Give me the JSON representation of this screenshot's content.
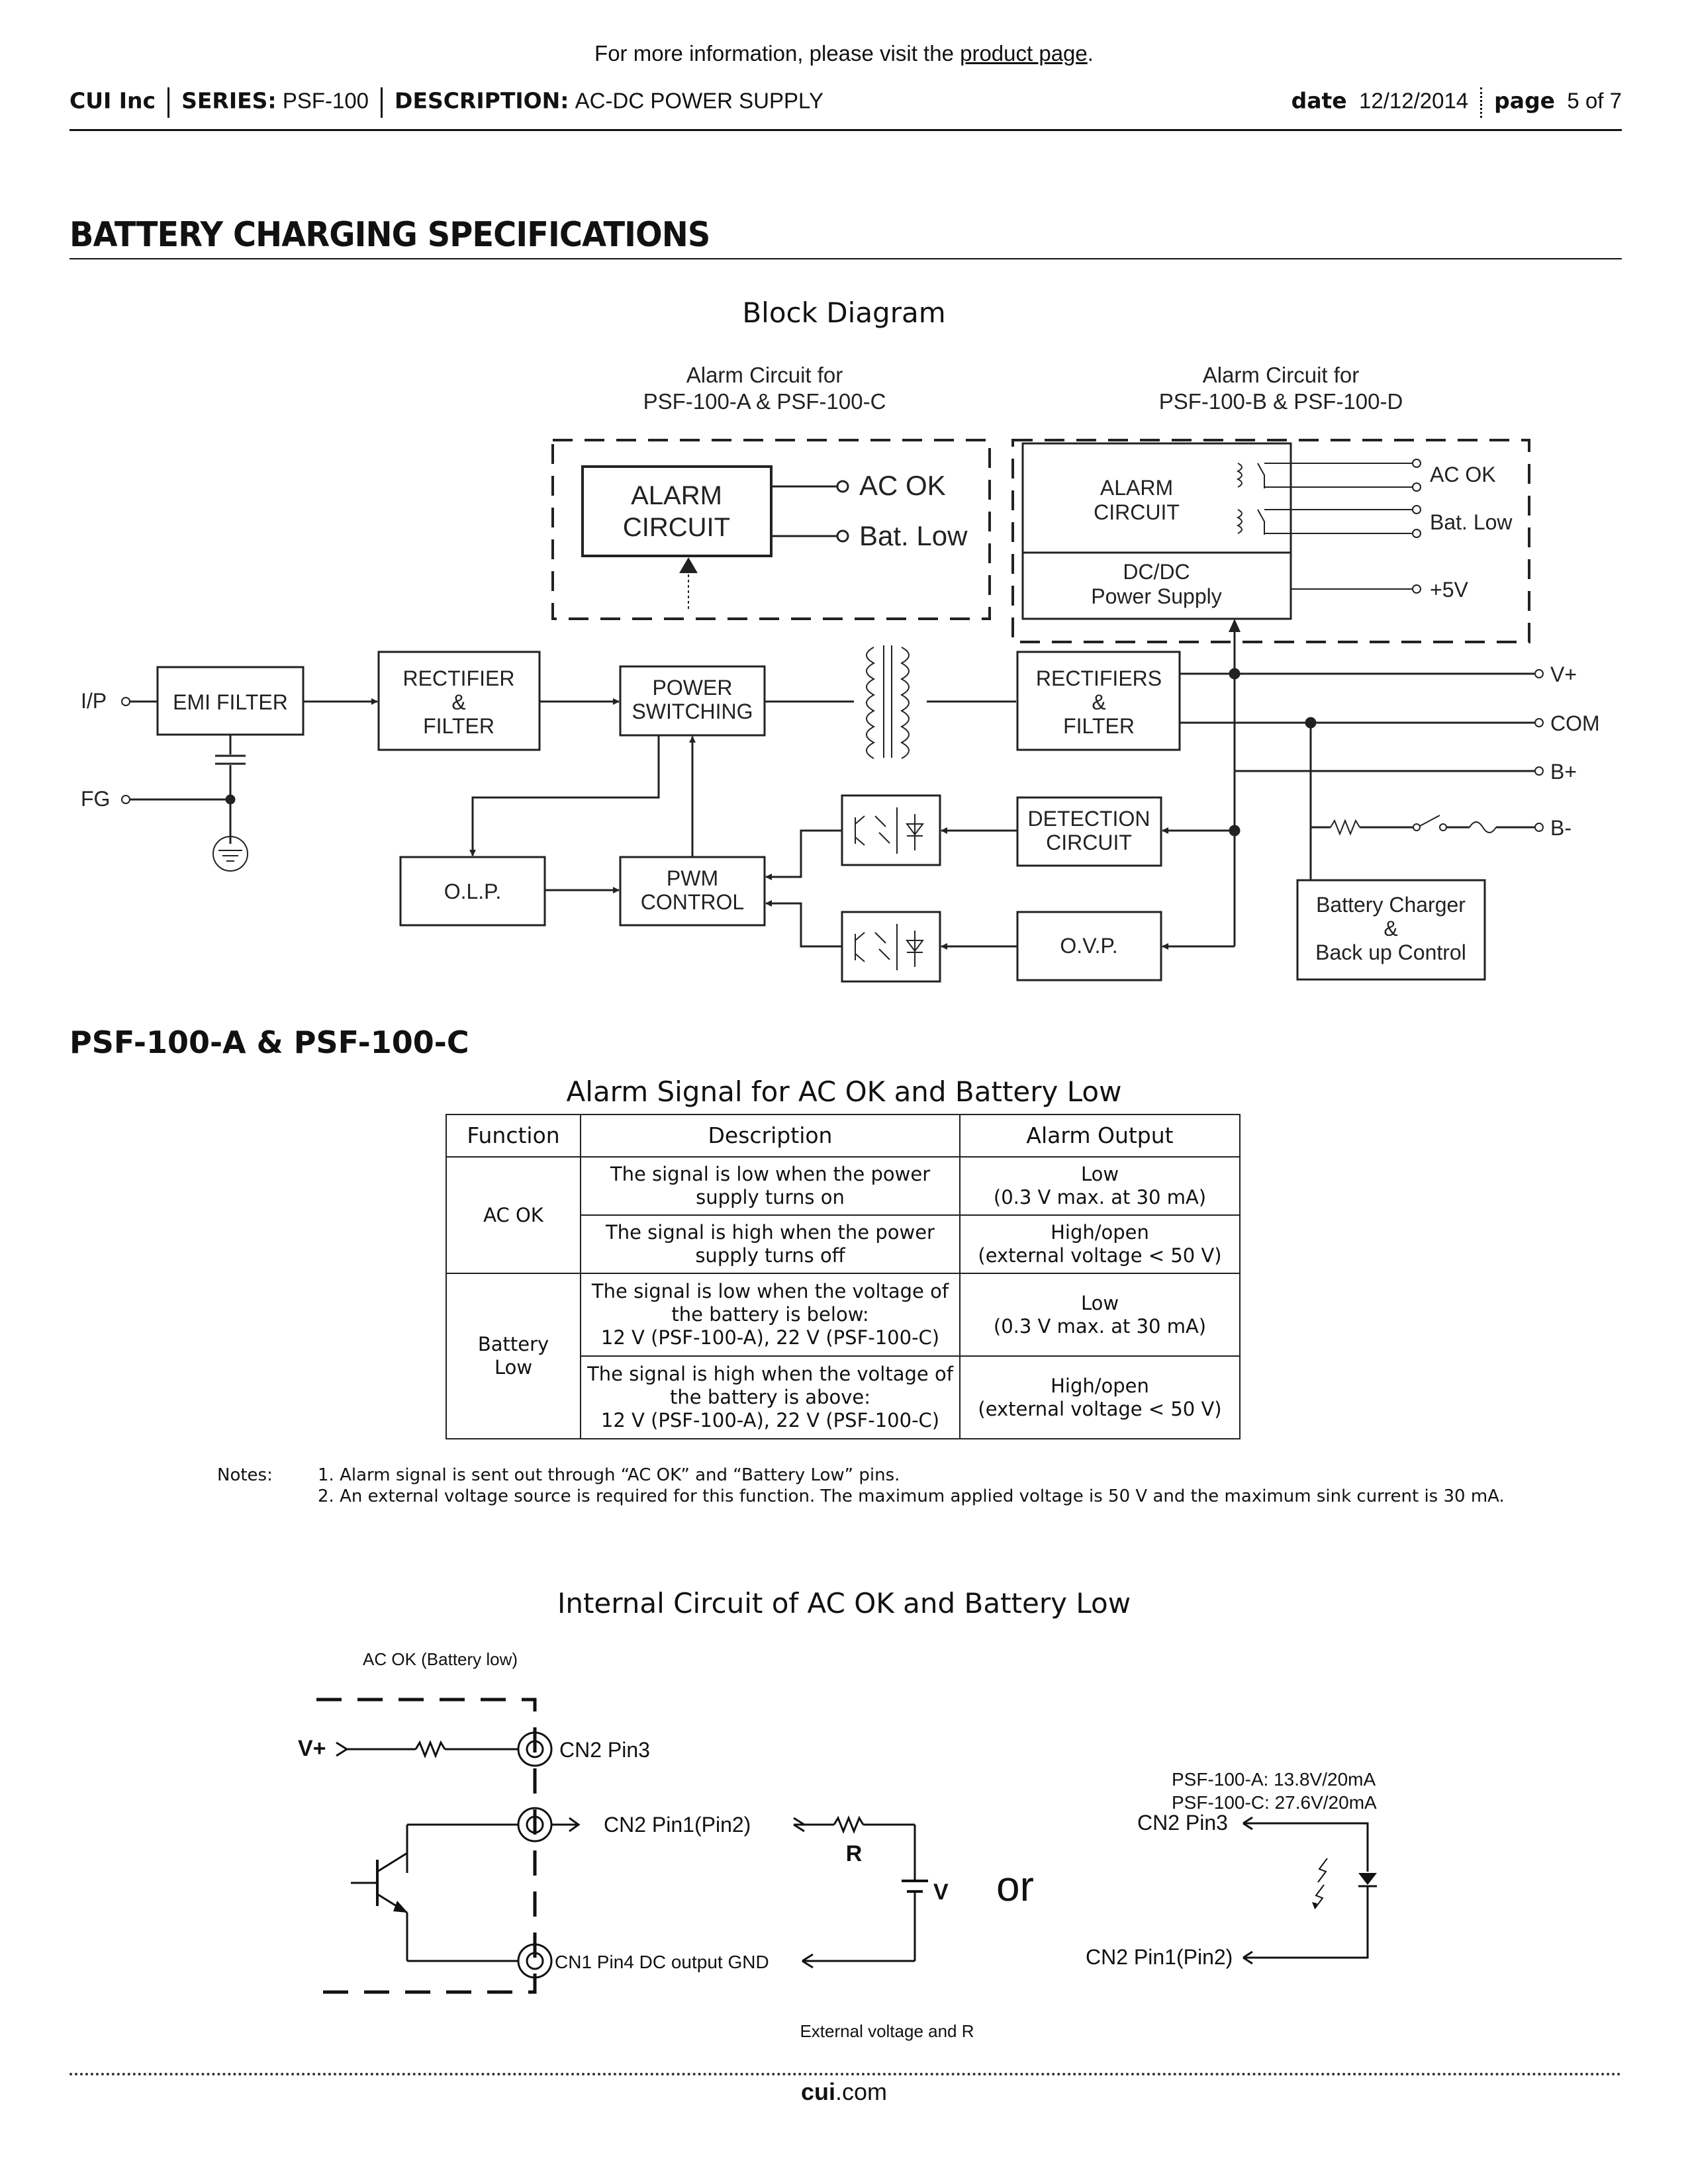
{
  "top_note": {
    "prefix": "For more information, please visit the ",
    "link": "product page",
    "suffix": "."
  },
  "header": {
    "company": "CUI Inc",
    "series_label": "SERIES:",
    "series": "PSF-100",
    "description_label": "DESCRIPTION:",
    "description": "AC-DC POWER SUPPLY",
    "date_label": "date",
    "date": "12/12/2014",
    "page_label": "page",
    "page": "5 of 7"
  },
  "section_title": "BATTERY CHARGING SPECIFICATIONS",
  "block_diagram": {
    "title": "Block Diagram",
    "alarm_ac_title": [
      "Alarm Circuit for",
      "PSF-100-A & PSF-100-C"
    ],
    "alarm_bd_title": [
      "Alarm Circuit for",
      "PSF-100-B & PSF-100-D"
    ],
    "alarm_circuit": [
      "ALARM",
      "CIRCUIT"
    ],
    "ac_ok": "AC OK",
    "bat_low": "Bat. Low",
    "dcdc": [
      "DC/DC",
      "Power Supply"
    ],
    "plus5v": "+5V",
    "ip": "I/P",
    "fg": "FG",
    "emi_filter": "EMI FILTER",
    "rectifier_filter": [
      "RECTIFIER",
      "&",
      "FILTER"
    ],
    "power_switching": [
      "POWER",
      "SWITCHING"
    ],
    "rectifiers_filter": [
      "RECTIFIERS",
      "&",
      "FILTER"
    ],
    "detection_circuit": [
      "DETECTION",
      "CIRCUIT"
    ],
    "olp": "O.L.P.",
    "pwm_control": [
      "PWM",
      "CONTROL"
    ],
    "ovp": "O.V.P.",
    "battery_charger": [
      "Battery Charger",
      "&",
      "Back up Control"
    ],
    "outputs": [
      "V+",
      "COM",
      "B+",
      "B-"
    ]
  },
  "subsection_title": "PSF-100-A & PSF-100-C",
  "alarm_table": {
    "caption": "Alarm Signal for AC OK and Battery Low",
    "headers": [
      "Function",
      "Description",
      "Alarm Output"
    ],
    "groups": [
      {
        "function": "AC OK",
        "rows": [
          {
            "description": [
              "The signal is low when the power",
              "supply turns on"
            ],
            "output": [
              "Low",
              "(0.3 V max. at 30 mA)"
            ]
          },
          {
            "description": [
              "The signal is high when the power",
              "supply turns off"
            ],
            "output": [
              "High/open",
              "(external voltage < 50 V)"
            ]
          }
        ]
      },
      {
        "function": [
          "Battery",
          "Low"
        ],
        "rows": [
          {
            "description": [
              "The signal is low when the voltage of",
              "the battery is below:",
              "12 V (PSF-100-A), 22 V (PSF-100-C)"
            ],
            "output": [
              "Low",
              "(0.3 V max. at 30 mA)"
            ]
          },
          {
            "description": [
              "The signal is high when the voltage of",
              "the battery is above:",
              "12 V (PSF-100-A), 22 V (PSF-100-C)"
            ],
            "output": [
              "High/open",
              "(external voltage < 50 V)"
            ]
          }
        ]
      }
    ]
  },
  "notes": {
    "label": "Notes:",
    "items": [
      "1. Alarm signal is sent out through “AC OK” and “Battery Low” pins.",
      "2. An external voltage source is required for this function. The maximum applied voltage is 50 V and the maximum sink current is 30 mA."
    ]
  },
  "internal_circuit": {
    "title": "Internal Circuit of AC OK and Battery Low",
    "ac_ok_label": "AC OK (Battery low)",
    "vplus": "V+",
    "cn2_pin3": "CN2 Pin3",
    "cn2_pin1": "CN2 Pin1(Pin2)",
    "cn1_pin4": "CN1 Pin4 DC output  GND",
    "r": "R",
    "v": "V",
    "or": "or",
    "psf_a": "PSF-100-A: 13.8V/20mA",
    "psf_c": "PSF-100-C: 27.6V/20mA",
    "right_pin3": "CN2 Pin3",
    "right_pin1": "CN2 Pin1(Pin2)",
    "external_caption": "External voltage and R"
  },
  "footer": {
    "bold": "cui",
    "rest": ".com"
  }
}
